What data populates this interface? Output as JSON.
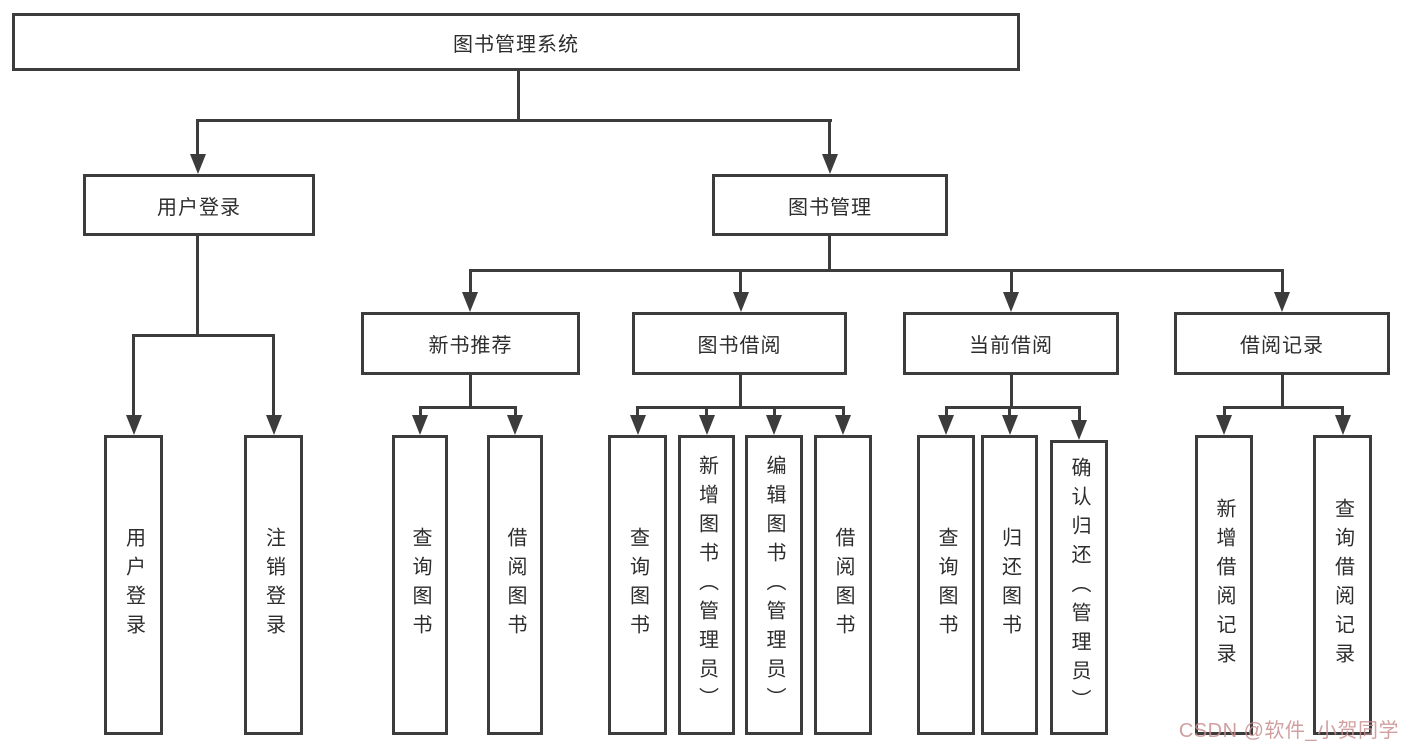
{
  "tree": {
    "root": {
      "label": "图书管理系统",
      "children": [
        {
          "label": "用户登录",
          "children": [
            {
              "label": "用户登录"
            },
            {
              "label": "注销登录"
            }
          ]
        },
        {
          "label": "图书管理",
          "children": [
            {
              "label": "新书推荐",
              "children": [
                {
                  "label": "查询图书"
                },
                {
                  "label": "借阅图书"
                }
              ]
            },
            {
              "label": "图书借阅",
              "children": [
                {
                  "label": "查询图书"
                },
                {
                  "label": "新增图书（管理员）"
                },
                {
                  "label": "编辑图书（管理员）"
                },
                {
                  "label": "借阅图书"
                }
              ]
            },
            {
              "label": "当前借阅",
              "children": [
                {
                  "label": "查询图书"
                },
                {
                  "label": "归还图书"
                },
                {
                  "label": "确认归还（管理员）"
                }
              ]
            },
            {
              "label": "借阅记录",
              "children": [
                {
                  "label": "新增借阅记录"
                },
                {
                  "label": "查询借阅记录"
                }
              ]
            }
          ]
        }
      ]
    }
  },
  "watermark": {
    "text": "CSDN @软件_小贺同学"
  },
  "colors": {
    "line": "#3c3c3c",
    "text": "#2d2d2d",
    "border": "#3c3c3c",
    "background": "#ffffff",
    "watermark": "#c89090"
  }
}
